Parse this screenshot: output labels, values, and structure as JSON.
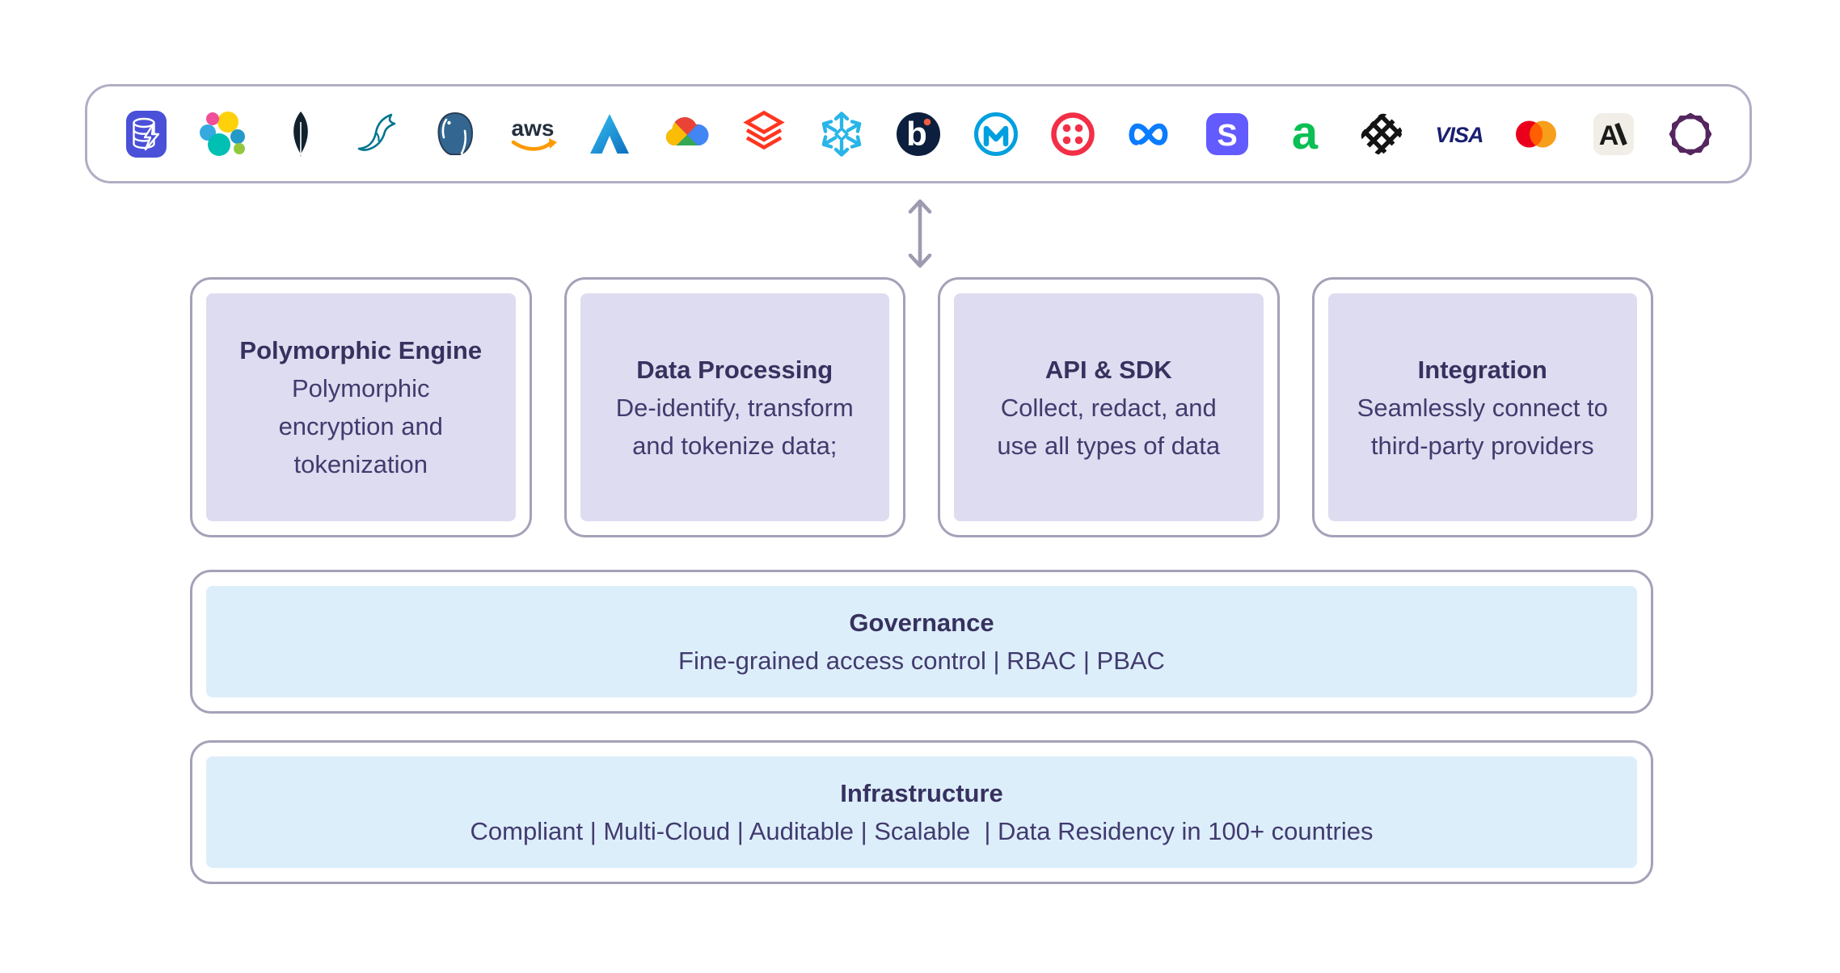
{
  "logo_bar": {
    "logos": [
      "database-icon",
      "elastic-icon",
      "mongodb-icon",
      "mysql-icon",
      "postgresql-icon",
      "aws-icon",
      "microsoft-azure-icon",
      "google-cloud-icon",
      "databricks-icon",
      "snowflake-icon",
      "braze-icon",
      "mulesoft-icon",
      "twilio-icon",
      "meta-icon",
      "stripe-icon",
      "adyen-icon",
      "plaid-icon",
      "visa-icon",
      "mastercard-icon",
      "anthropic-icon",
      "openai-icon"
    ]
  },
  "connector": {
    "icon": "bidirectional-vertical-arrow-icon"
  },
  "cards": [
    {
      "title": "Polymorphic Engine",
      "description": "Polymorphic encryption and tokenization"
    },
    {
      "title": "Data Processing",
      "description": "De-identify, transform and tokenize data;"
    },
    {
      "title": "API & SDK",
      "description": "Collect, redact, and use all types of data"
    },
    {
      "title": "Integration",
      "description": "Seamlessly connect to third-party providers"
    }
  ],
  "bands": {
    "governance": {
      "title": "Governance",
      "subtitle": "Fine-grained access control | RBAC | PBAC"
    },
    "infrastructure": {
      "title": "Infrastructure",
      "subtitle": "Compliant | Multi-Cloud | Auditable | Scalable  | Data Residency in 100+ countries"
    }
  },
  "colors": {
    "card_fill": "#dedcf0",
    "band_fill": "#ddeefb",
    "box_border": "#a5a1b8",
    "bar_border": "#b1adc4",
    "title_text": "#37315f",
    "body_text": "#413b6e",
    "arrow": "#9e9ab0"
  }
}
